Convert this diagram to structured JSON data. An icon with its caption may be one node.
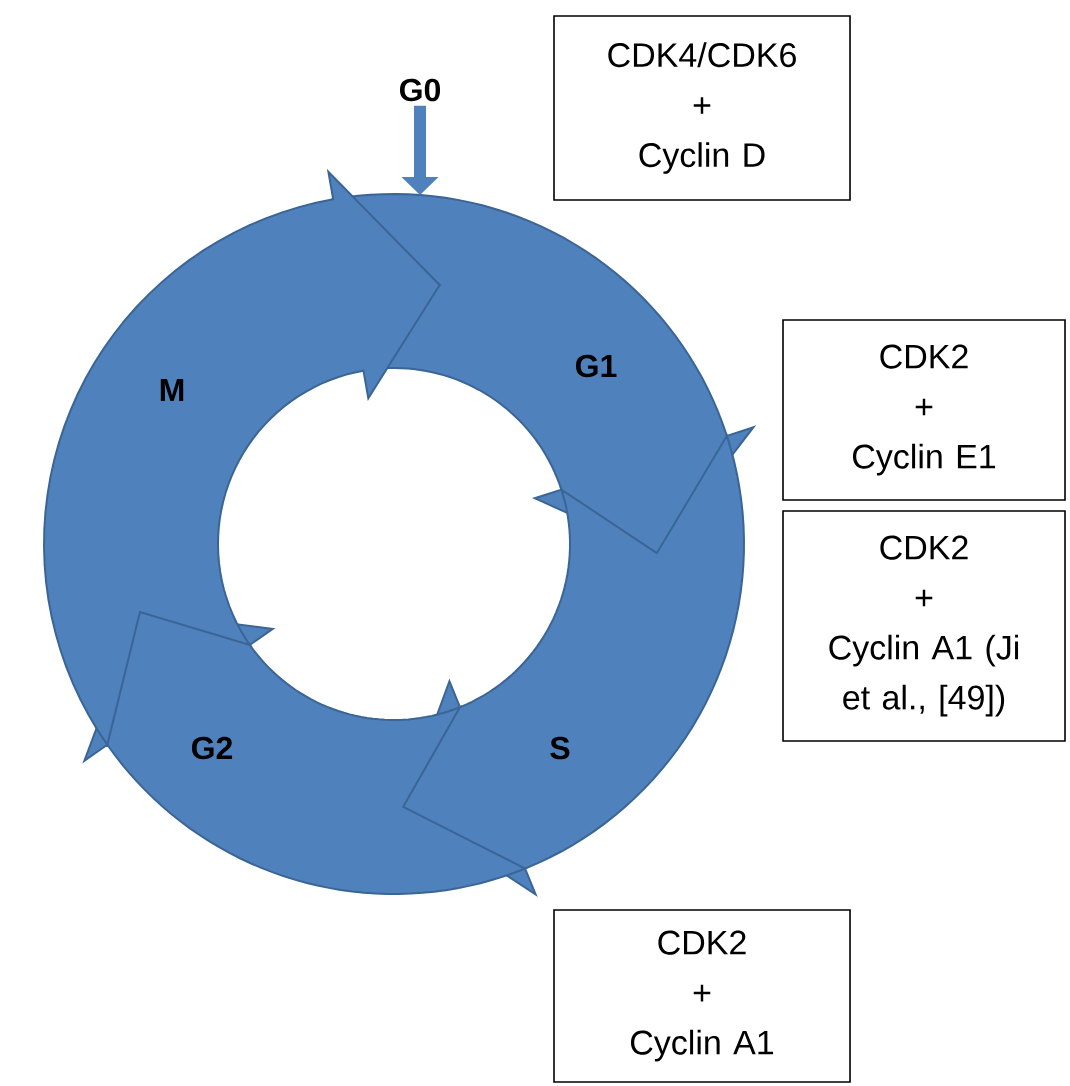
{
  "diagram": {
    "nodes": [
      {
        "text": [
          "G0"
        ]
      },
      {
        "text": [
          "G1"
        ]
      },
      {
        "text": [
          "S"
        ]
      },
      {
        "text": [
          "G2"
        ]
      },
      {
        "text": [
          "M"
        ]
      },
      {
        "text": [
          "CDK4/CDK6",
          "+",
          "Cyclin D"
        ]
      },
      {
        "text": [
          "CDK2",
          "+",
          "Cyclin E1"
        ]
      },
      {
        "text": [
          "CDK2",
          "+",
          "Cyclin A1 (Ji et al., [49])"
        ]
      },
      {
        "text": [
          "CDK2",
          "+",
          "Cyclin A1"
        ]
      }
    ],
    "edges": [
      {
        "from": 0,
        "to": 1,
        "arrow": "to"
      }
    ]
  }
}
